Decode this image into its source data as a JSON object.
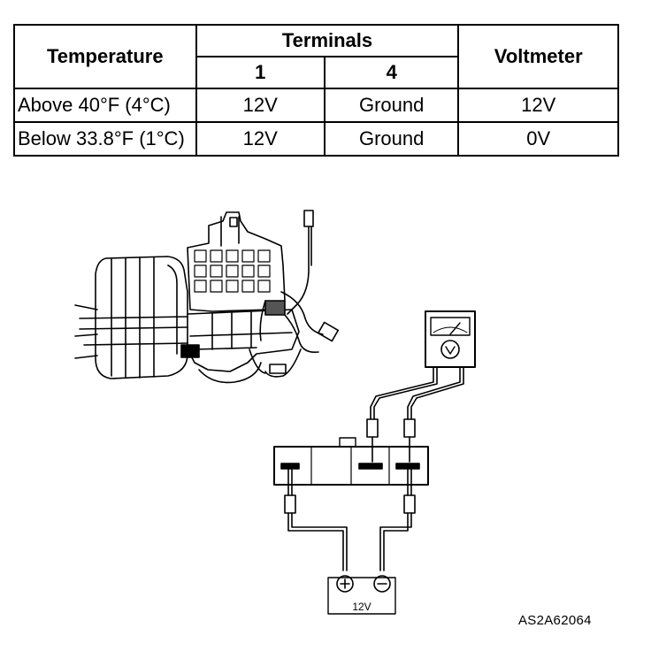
{
  "table": {
    "header": {
      "temperature": "Temperature",
      "terminals": "Terminals",
      "terminal_1": "1",
      "terminal_4": "4",
      "voltmeter": "Voltmeter"
    },
    "rows": [
      {
        "temperature": "Above 40°F (4°C)",
        "terminal_1": "12V",
        "terminal_4": "Ground",
        "voltmeter": "12V"
      },
      {
        "temperature": "Below 33.8°F (1°C)",
        "terminal_1": "12V",
        "terminal_4": "Ground",
        "voltmeter": "0V"
      }
    ]
  },
  "diagram": {
    "battery_label": "12V",
    "figure_code": "AS2A62064"
  }
}
